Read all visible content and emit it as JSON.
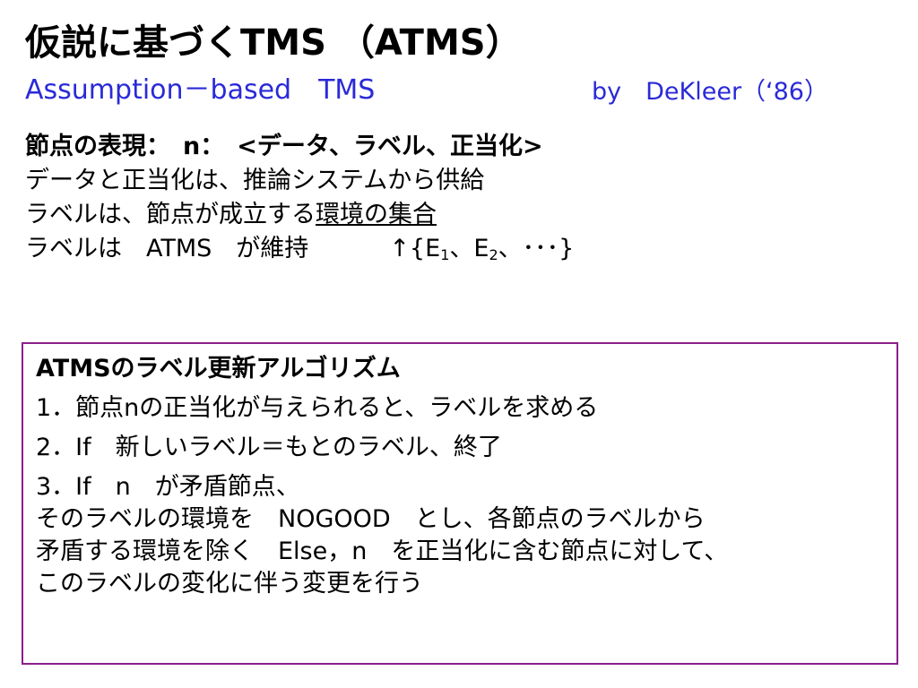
{
  "title": "仮説に基づくTMS （ATMS）",
  "subtitle": "Assumption－based　TMS",
  "byline": "by　DeKleer（‘86）",
  "node_repr": {
    "label": "節点の表現：",
    "var": "n：",
    "tuple": "<データ、ラベル、正当化>"
  },
  "line_data": "データと正当化は、推論システムから供給",
  "line_label": {
    "prefix": "ラベルは、節点が成立する",
    "underlined": "環境の集合"
  },
  "line_atms": {
    "text": "ラベルは　ATMS　が維持",
    "set_open": "↑{E",
    "sub1": "1",
    "sep": "、E",
    "sub2": "2",
    "set_close": "、･･･}"
  },
  "algorithm": {
    "heading": "ATMSのラベル更新アルゴリズム",
    "step1": "1．節点nの正当化が与えられると、ラベルを求める",
    "step2": "2．If　新しいラベル＝もとのラベル、終了",
    "step3": [
      "3．If　n　が矛盾節点、",
      "そのラベルの環境を　NOGOOD　とし、各節点のラベルから",
      "矛盾する環境を除く　Else，n　を正当化に含む節点に対して、",
      "このラベルの変化に伴う変更を行う"
    ]
  }
}
